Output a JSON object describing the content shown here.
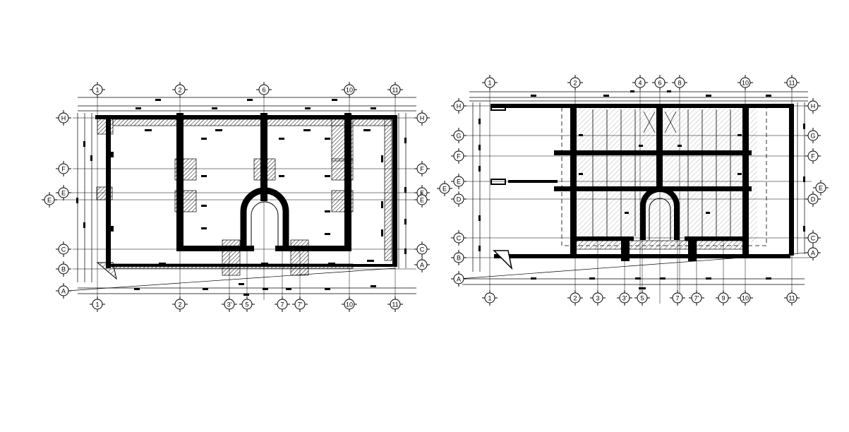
{
  "plans": [
    {
      "id": "left",
      "top_grid_labels": [
        "1",
        "2",
        "6",
        "10",
        "11"
      ],
      "bottom_grid_labels": [
        "1",
        "2",
        "3'",
        "5",
        "7",
        "7'",
        "10",
        "11"
      ],
      "left_row_labels": [
        "H",
        "F",
        "E",
        "E",
        "C",
        "B",
        "A"
      ],
      "right_row_labels": [
        "H",
        "F",
        "E",
        "E",
        "C",
        "A"
      ]
    },
    {
      "id": "right",
      "top_grid_labels": [
        "1",
        "2",
        "4",
        "6",
        "8",
        "10",
        "11"
      ],
      "bottom_grid_labels": [
        "1",
        "2",
        "3",
        "3'",
        "5",
        "7",
        "7'",
        "9",
        "10",
        "11"
      ],
      "left_row_labels": [
        "H",
        "G",
        "F",
        "E",
        "E",
        "D",
        "C",
        "B",
        "A"
      ],
      "right_row_labels": [
        "H",
        "G",
        "F",
        "E",
        "D",
        "C",
        "A"
      ]
    }
  ],
  "colors": {
    "line": "#000000",
    "hatch": "#000000",
    "background": "#ffffff"
  }
}
